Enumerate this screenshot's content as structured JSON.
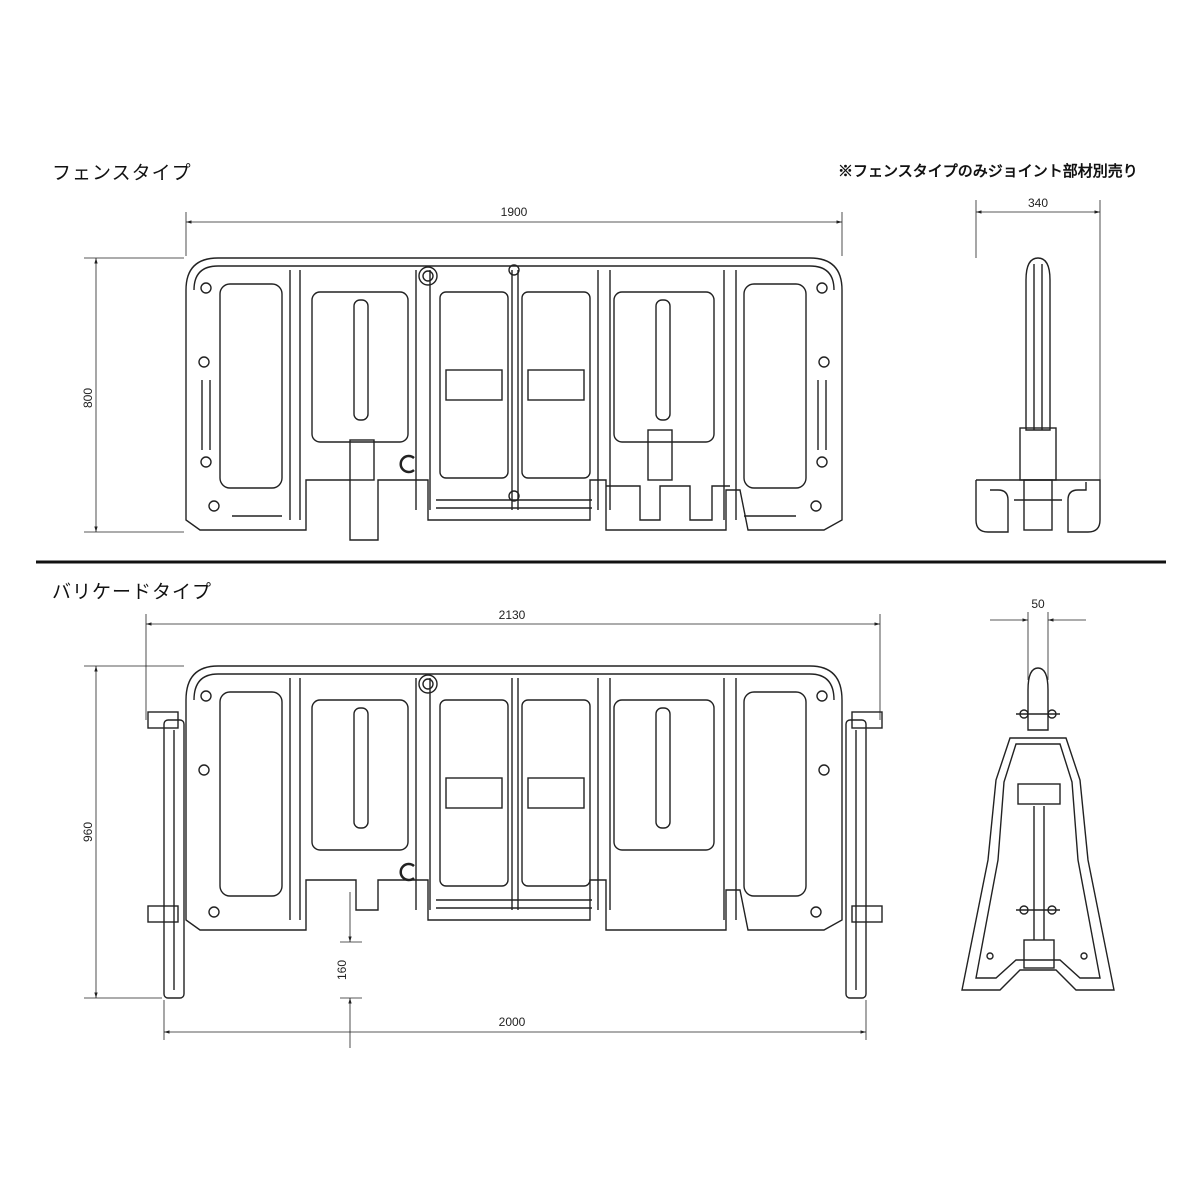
{
  "fence": {
    "title": "フェンスタイプ",
    "note": "※フェンスタイプのみジョイント部材別売り",
    "dim_width": "1900",
    "dim_height": "800",
    "dim_depth": "340"
  },
  "barricade": {
    "title": "バリケードタイプ",
    "dim_width_top": "2130",
    "dim_height": "960",
    "dim_leg": "160",
    "dim_width_bottom": "2000",
    "dim_depth": "50"
  }
}
